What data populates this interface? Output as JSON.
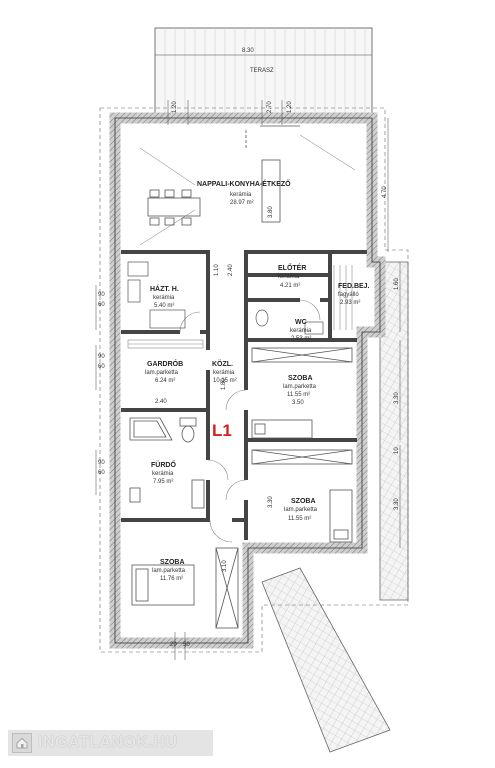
{
  "terrace": {
    "label": "TERASZ",
    "width_dim": "8.30"
  },
  "rooms": {
    "living": {
      "name": "NAPPALI-KONYHA-ÉTKEZŐ",
      "floor": "kerámia",
      "area": "28.97 m²"
    },
    "hallway_entry": {
      "name": "ELŐTÉR",
      "floor": "kerámia",
      "area": "4.21 m²"
    },
    "covered_entry": {
      "name": "FED.BEJ.",
      "floor": "fagyálló",
      "area": "2.93 m²"
    },
    "utility": {
      "name": "HÁZT. H.",
      "floor": "kerámia",
      "area": "5.40 m²"
    },
    "wc": {
      "name": "WC",
      "floor": "kerámia",
      "area": "2.53 m²"
    },
    "wardrobe": {
      "name": "GARDRÓB",
      "floor": "lam.parketta",
      "area": "6.24 m²"
    },
    "corridor": {
      "name": "KÖZL.",
      "floor": "kerámia",
      "area": "10.15 m²"
    },
    "bedroom1": {
      "name": "SZOBA",
      "floor": "lam.parketta",
      "area": "11.55 m²",
      "dim": "3.50"
    },
    "bathroom": {
      "name": "FÜRDŐ",
      "floor": "kerámia",
      "area": "7.95 m²"
    },
    "bedroom2": {
      "name": "SZOBA",
      "floor": "lam.parketta",
      "area": "11.55 m²"
    },
    "bedroom3": {
      "name": "SZOBA",
      "floor": "lam.parketta",
      "area": "11.76 m²"
    }
  },
  "level_label": "L1",
  "dimensions": {
    "top_left": "1.20",
    "top_mid": "2.70",
    "top_right": "1.20",
    "right_total": "4.70",
    "right_entry": "1.60",
    "right_bed1": "3.30",
    "right_bed2": "3.30",
    "right_sep": "10",
    "left_a1": "90",
    "left_a2": "60",
    "left_b1": "90",
    "left_b2": "60",
    "left_c1": "90",
    "left_c2": "60",
    "inner_110": "1.10",
    "inner_240a": "2.40",
    "inner_240b": "2.40",
    "inner_380": "3.80",
    "inner_330": "3.30",
    "inner_310": "3.10",
    "inner_180": "1.80",
    "bottom_20": "20",
    "bottom_50": "50"
  },
  "watermark": {
    "text": "INGATLANOK.HU",
    "icon": "house-key-icon"
  }
}
